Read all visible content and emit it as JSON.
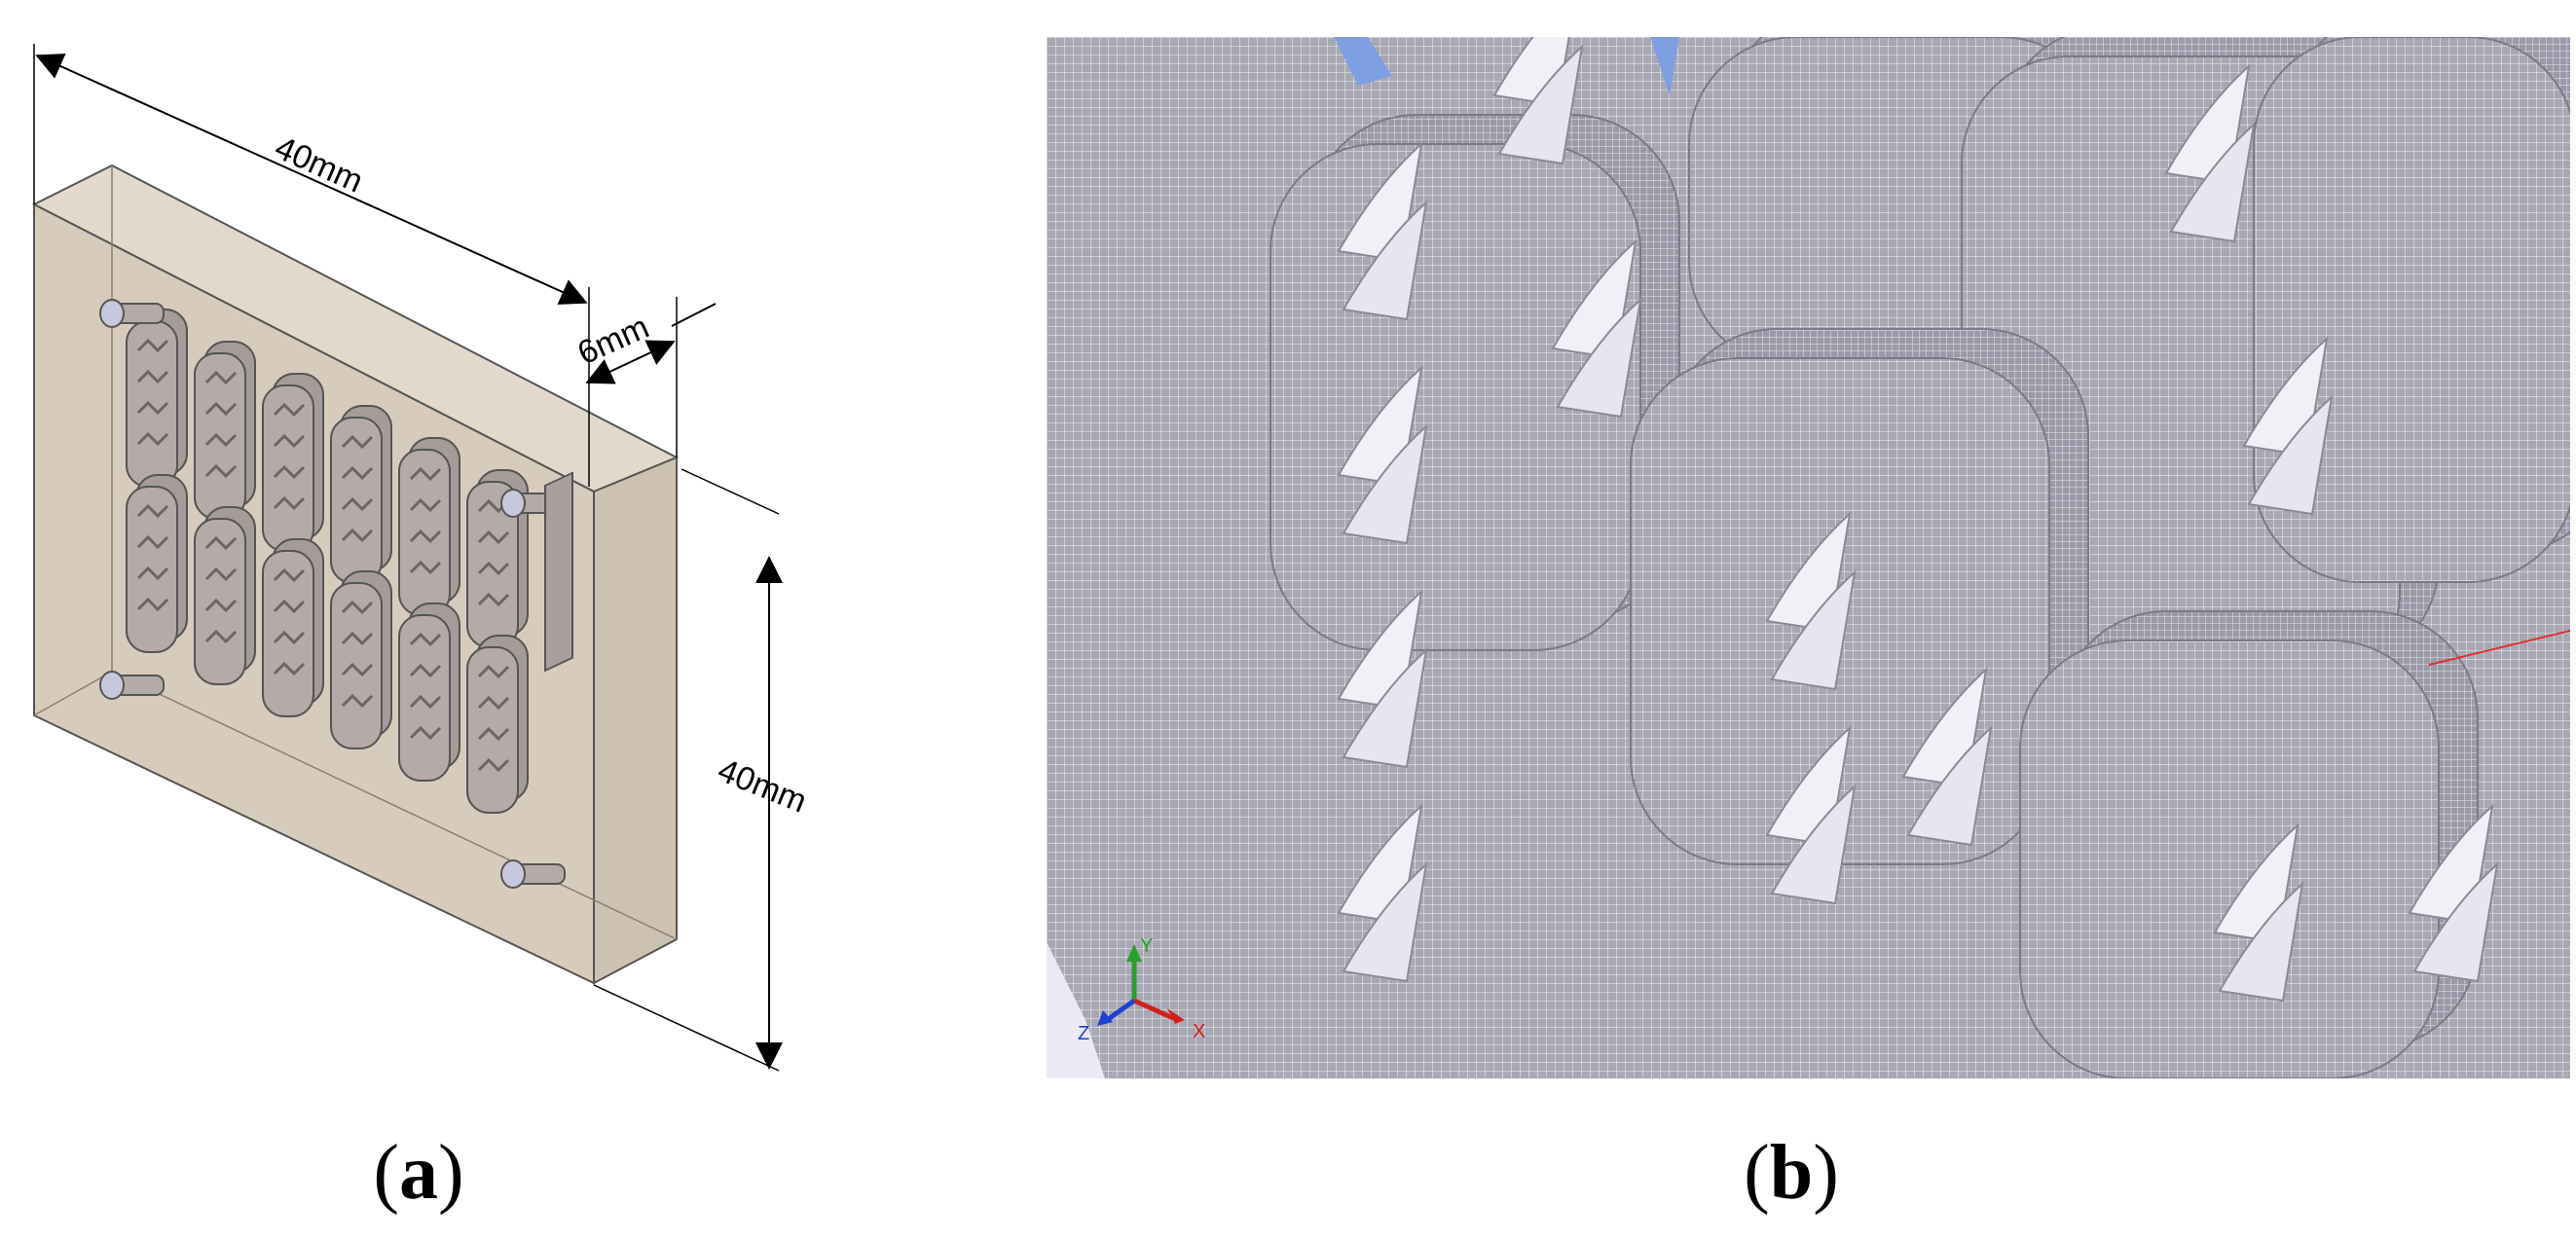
{
  "panel_a": {
    "dimensions": {
      "width": "40mm",
      "thickness": "6mm",
      "height": "40mm"
    },
    "colors": {
      "housing": "#d7ccbc",
      "channel": "#b4aaa8",
      "inlet": "#c8c8dc"
    }
  },
  "panel_b": {
    "axis_triad": {
      "y": "Y",
      "z": "Z",
      "x": "X"
    },
    "colors": {
      "mesh": "#a8a8b4",
      "background": "#7f9fe3"
    }
  },
  "captions": {
    "a": "a",
    "b": "b"
  }
}
